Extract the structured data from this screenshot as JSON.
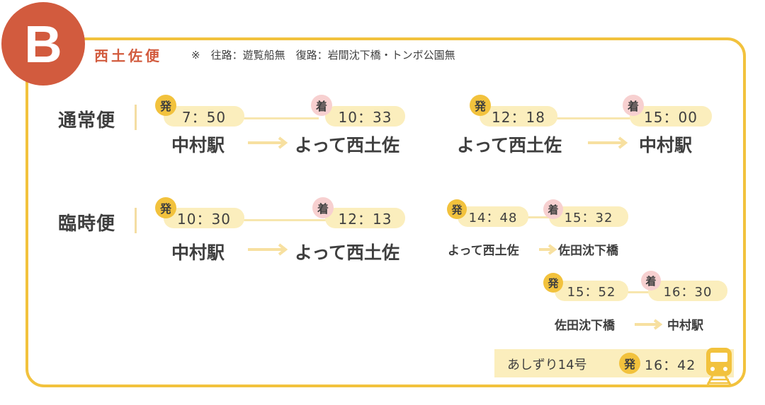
{
  "badge": "B",
  "route_name": "西土佐便",
  "note": "※　往路：遊覧船無　復路：岩間沈下橋・トンボ公園無",
  "labels": {
    "dep": "発",
    "arr": "着"
  },
  "colors": {
    "accent": "#d25b3e",
    "frame": "#f2c23d",
    "pill": "#fbeebd",
    "arrive_circle": "#f7d0d0"
  },
  "regular": {
    "label": "通常便",
    "outbound": {
      "dep_time": "7：50",
      "arr_time": "10：33",
      "from": "中村駅",
      "to": "よって西土佐"
    },
    "return": {
      "dep_time": "12：18",
      "arr_time": "15：00",
      "from": "よって西土佐",
      "to": "中村駅"
    }
  },
  "special": {
    "label": "臨時便",
    "outbound": {
      "dep_time": "10：30",
      "arr_time": "12：13",
      "from": "中村駅",
      "to": "よって西土佐"
    },
    "return1": {
      "dep_time": "14：48",
      "arr_time": "15：32",
      "from": "よって西土佐",
      "to": "佐田沈下橋"
    },
    "return2": {
      "dep_time": "15：52",
      "arr_time": "16：30",
      "from": "佐田沈下橋",
      "to": "中村駅"
    }
  },
  "ashizuri": {
    "name": "あしずり14号",
    "dep_time": "16：42",
    "icon": "train-icon"
  }
}
